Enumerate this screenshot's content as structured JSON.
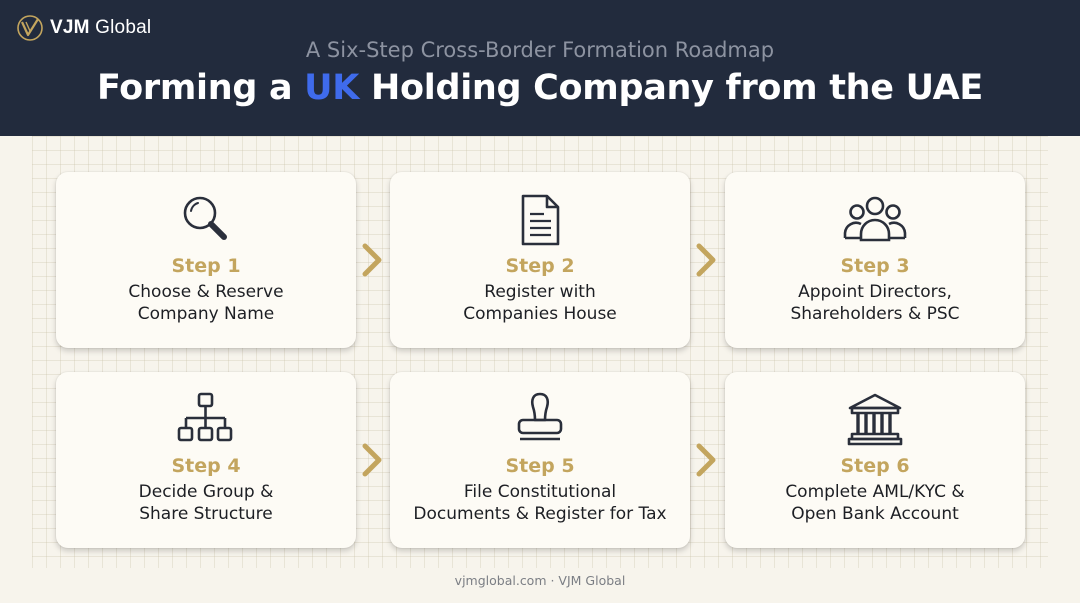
{
  "brand": {
    "name_bold": "VJM",
    "name_rest": "Global",
    "accent": "#c3a55e"
  },
  "header": {
    "subtitle": "A Six-Step Cross-Border Formation Roadmap",
    "title_before": "Forming a ",
    "title_highlight": "UK",
    "title_after": " Holding Company from the UAE",
    "background": "#222b3d",
    "highlight_color": "#3f6bec"
  },
  "steps": [
    {
      "label": "Step 1",
      "line1": "Choose & Reserve",
      "line2": "Company Name",
      "icon": "magnifier-icon"
    },
    {
      "label": "Step 2",
      "line1": "Register with",
      "line2": "Companies House",
      "icon": "document-icon"
    },
    {
      "label": "Step 3",
      "line1": "Appoint Directors,",
      "line2": "Shareholders & PSC",
      "icon": "people-icon"
    },
    {
      "label": "Step 4",
      "line1": "Decide Group &",
      "line2": "Share Structure",
      "icon": "org-chart-icon"
    },
    {
      "label": "Step 5",
      "line1": "File Constitutional",
      "line2": "Documents & Register for Tax",
      "icon": "stamp-icon"
    },
    {
      "label": "Step 6",
      "line1": "Complete AML/KYC &",
      "line2": "Open Bank Account",
      "icon": "bank-icon"
    }
  ],
  "footer": {
    "text": "vjmglobal.com · VJM Global"
  }
}
